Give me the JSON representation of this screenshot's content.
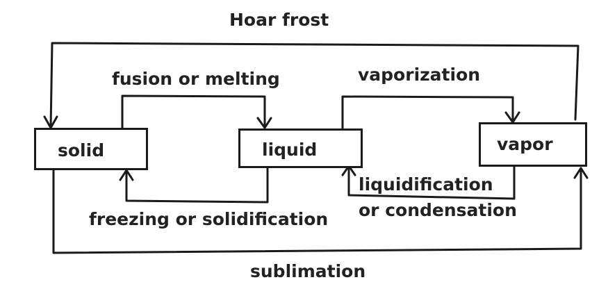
{
  "diagram": {
    "nodes": {
      "solid": "solid",
      "liquid": "liquid",
      "vapor": "vapor"
    },
    "edges": {
      "hoar_frost": "Hoar frost",
      "fusion": "fusion or melting",
      "vaporization": "vaporization",
      "freezing": "freezing or solidification",
      "condensation_line1": "liquidification",
      "condensation_line2": "or condensation",
      "sublimation": "sublimation"
    },
    "colors": {
      "stroke": "#1a1a1a",
      "text": "#222222",
      "background": "#ffffff"
    }
  }
}
